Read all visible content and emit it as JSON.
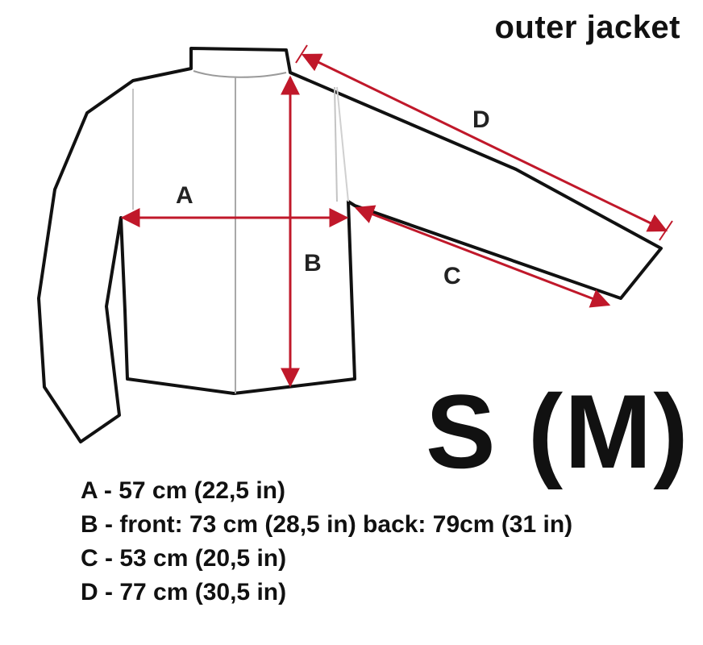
{
  "title": "outer jacket",
  "size": "S (M)",
  "labels": {
    "a": "A",
    "b": "B",
    "c": "C",
    "d": "D"
  },
  "measurements": [
    "A - 57 cm (22,5 in)",
    "B - front: 73 cm (28,5 in) back: 79cm (31 in)",
    "C - 53 cm (20,5 in)",
    "D - 77 cm (30,5 in)"
  ],
  "colors": {
    "outline": "#111111",
    "arrows": "#c0182a",
    "seams": "#b8b8b8"
  }
}
